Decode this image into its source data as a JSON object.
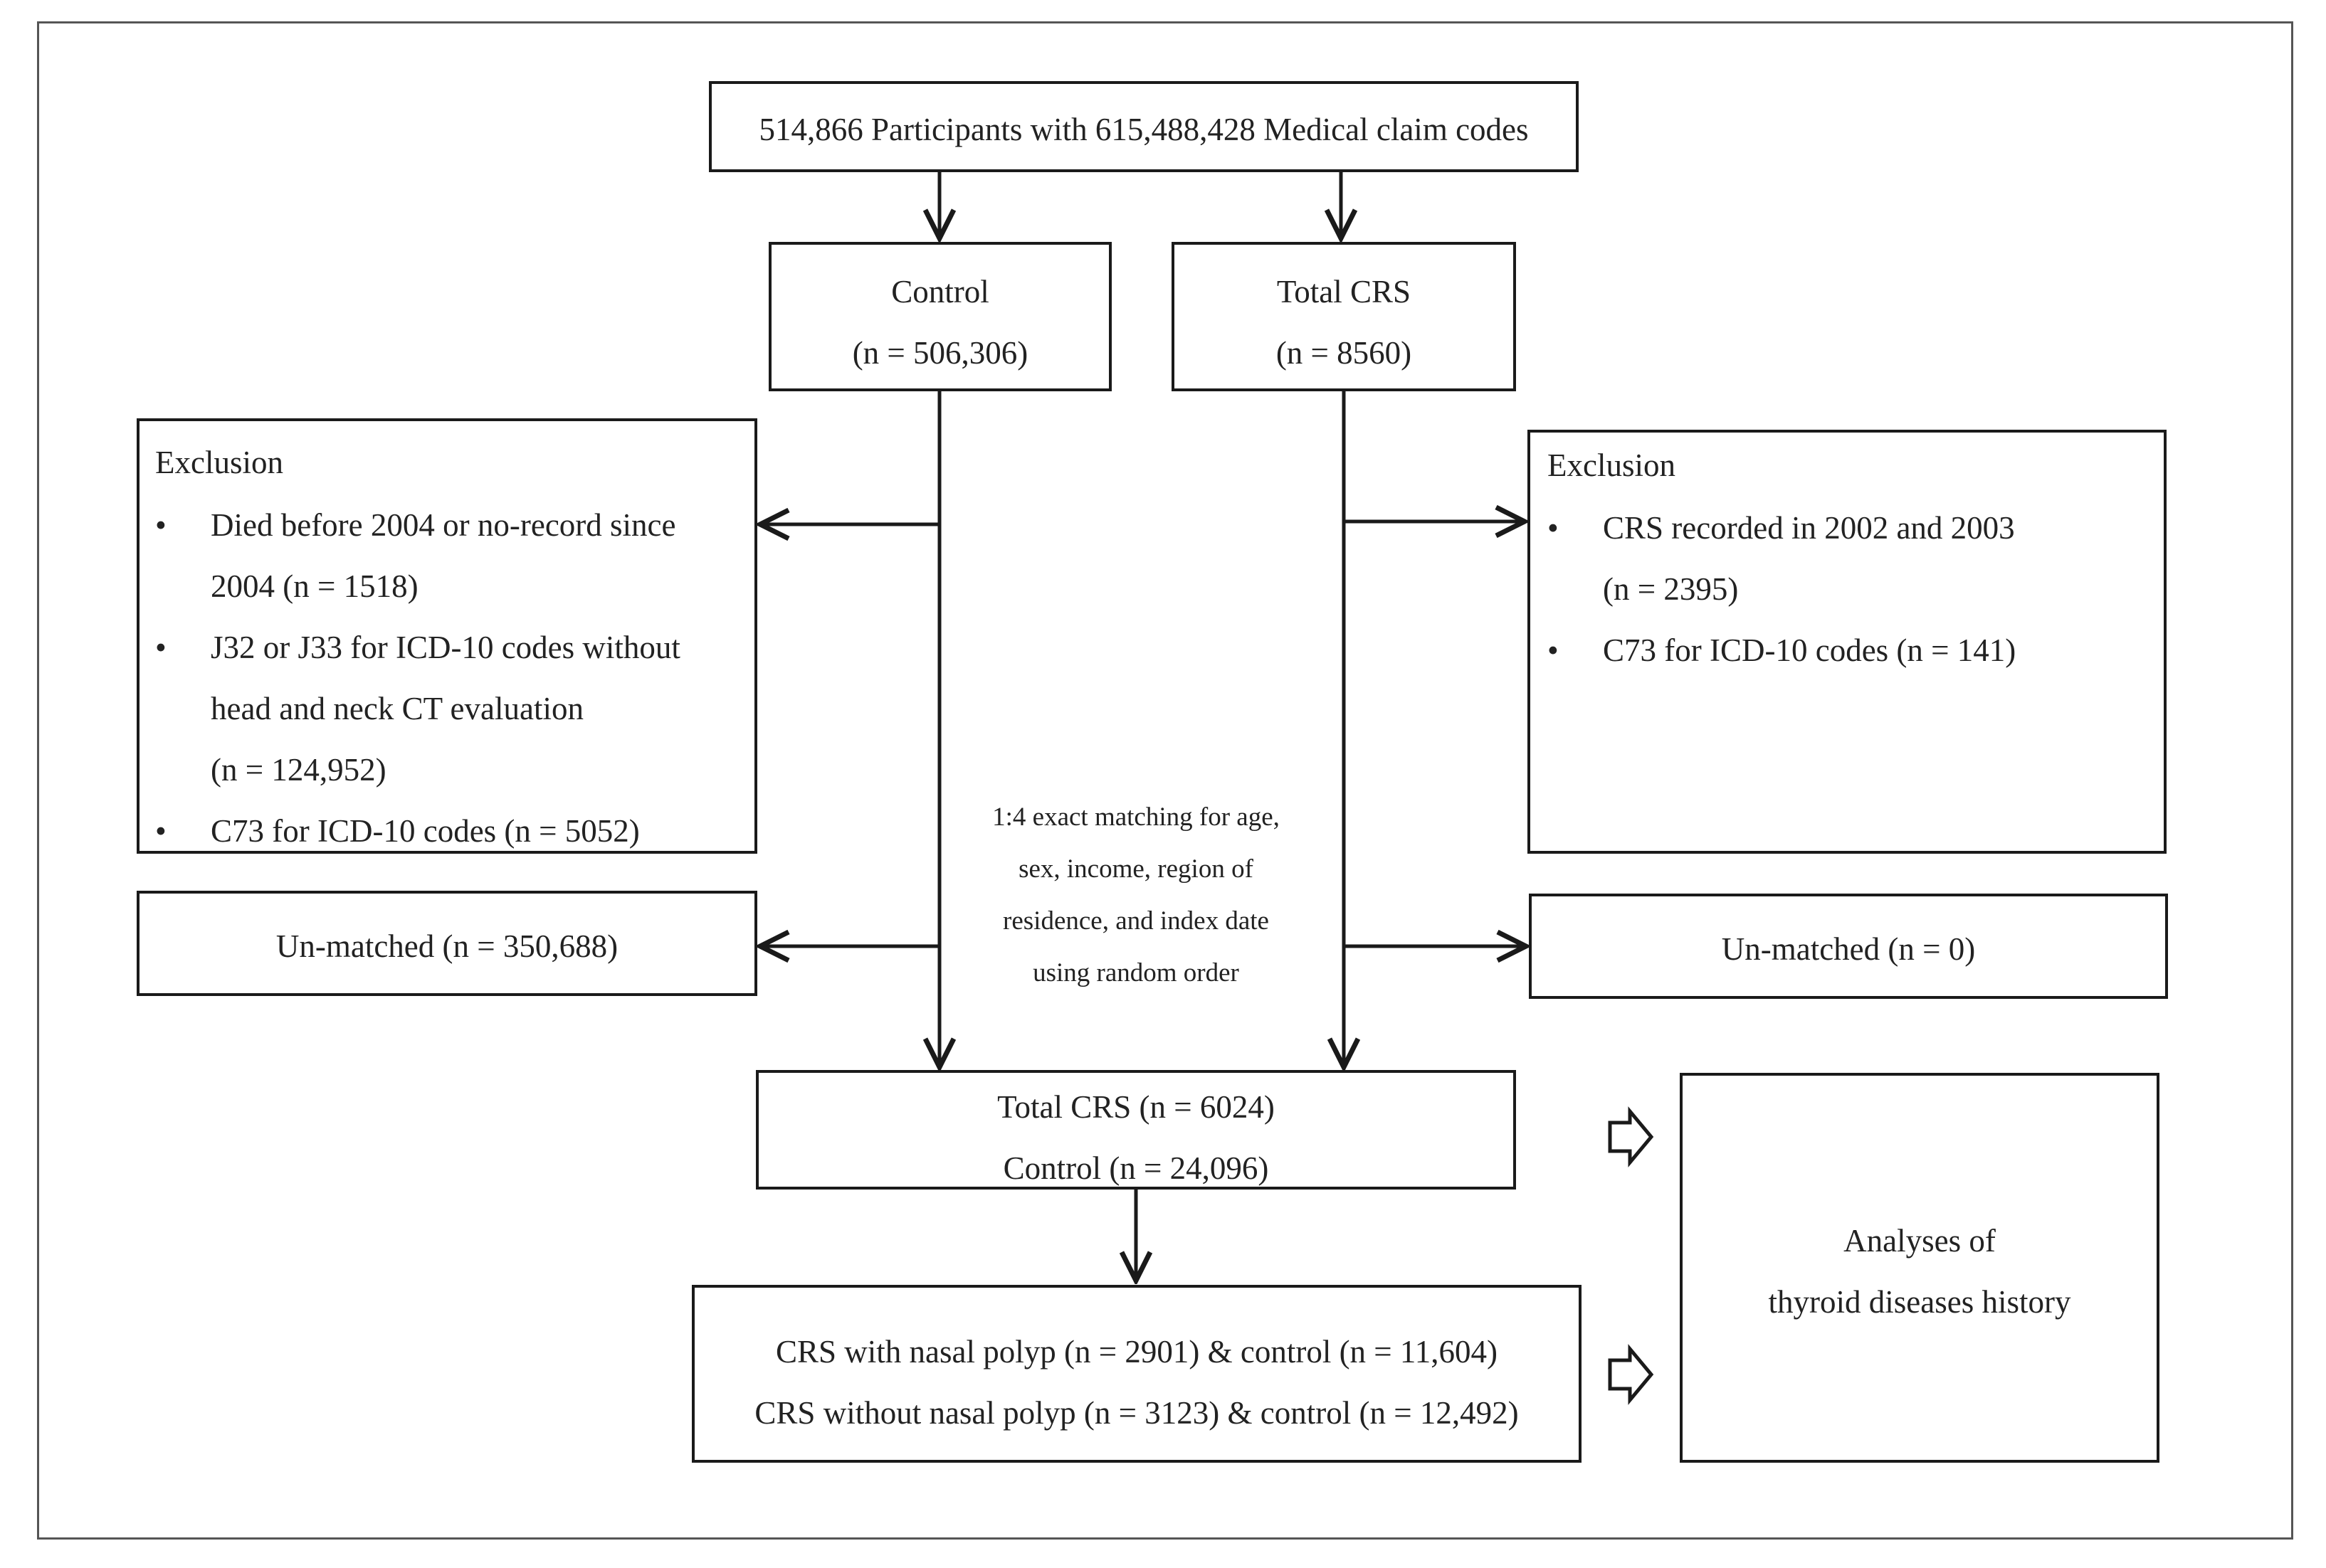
{
  "top": {
    "label": "514,866 Participants with  615,488,428 Medical claim codes"
  },
  "control": {
    "title": "Control",
    "n": "(n = 506,306)"
  },
  "total_crs": {
    "title": "Total CRS",
    "n": "(n = 8560)"
  },
  "exclusion_left": {
    "heading": "Exclusion",
    "items": [
      [
        "Died before 2004 or no-record since",
        "2004 (n = 1518)"
      ],
      [
        "J32 or J33 for ICD-10 codes without",
        "head and neck CT evaluation",
        "(n = 124,952)"
      ],
      [
        "C73 for ICD-10 codes (n = 5052)"
      ]
    ]
  },
  "exclusion_right": {
    "heading": "Exclusion",
    "items": [
      [
        "CRS recorded in 2002 and 2003",
        "(n = 2395)"
      ],
      [
        "C73 for ICD-10 codes (n = 141)"
      ]
    ]
  },
  "bullet_char": "•",
  "matching_note": [
    "1:4 exact matching for age,",
    "sex, income, region of",
    "residence, and index date",
    "using random order"
  ],
  "unmatched_left": {
    "label": "Un-matched (n = 350,688)"
  },
  "unmatched_right": {
    "label": "Un-matched (n = 0)"
  },
  "matched": {
    "line1": "Total CRS (n = 6024)",
    "line2": "Control (n = 24,096)"
  },
  "subgroups": {
    "line1": "CRS with nasal polyp (n = 2901)  & control (n = 11,604)",
    "line2": "CRS without nasal polyp (n = 3123)  & control (n = 12,492)"
  },
  "analyses": {
    "line1": "Analyses of",
    "line2": "thyroid diseases history"
  }
}
